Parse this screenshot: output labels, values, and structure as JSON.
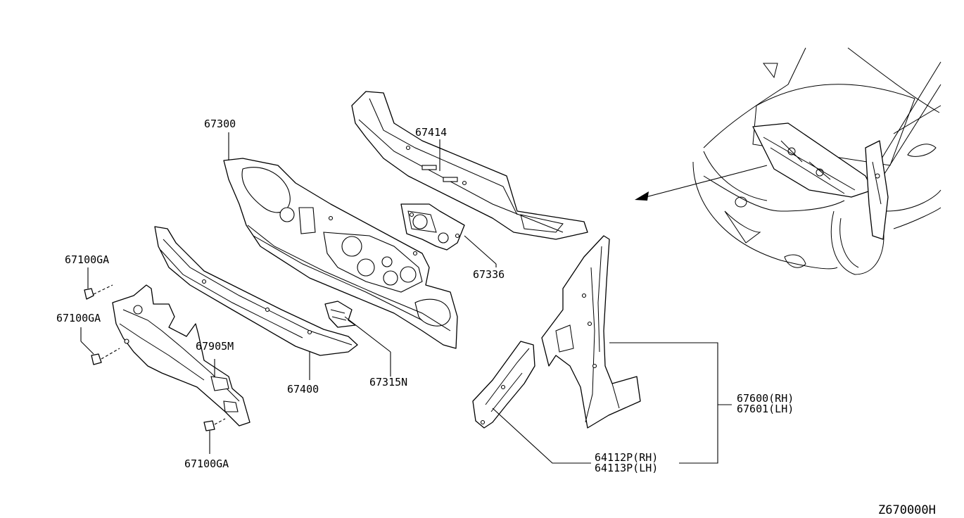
{
  "labels": {
    "p67300": "67300",
    "p67414": "67414",
    "p67336": "67336",
    "p67100ga_1": "67100GA",
    "p67100ga_2": "67100GA",
    "p67100ga_3": "67100GA",
    "p67905m": "67905M",
    "p67400": "67400",
    "p67315n": "67315N",
    "p67600": "67600(RH)",
    "p67601": "67601(LH)",
    "p64112p": "64112P(RH)",
    "p64113p": "64113P(LH)",
    "diagram_code": "Z670000H"
  },
  "colors": {
    "line": "#000000",
    "background": "#ffffff"
  }
}
